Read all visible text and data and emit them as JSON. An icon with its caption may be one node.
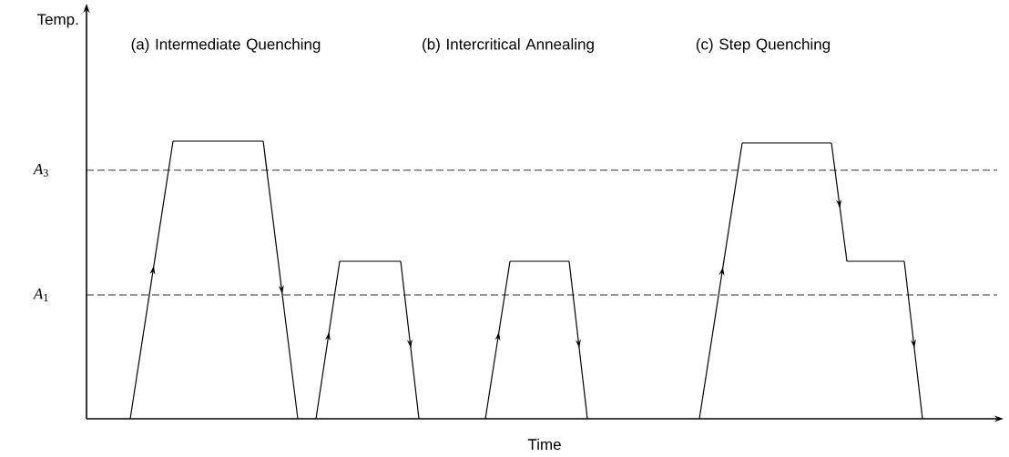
{
  "diagram": {
    "labels": [
      "Temp.",
      "(a) Intermediate Quenching",
      "(b) Intercritical Annealing",
      "(c) Step Quenching",
      "*A*$_{3}$",
      "*A*$_{1}$",
      "Time"
    ]
  }
}
